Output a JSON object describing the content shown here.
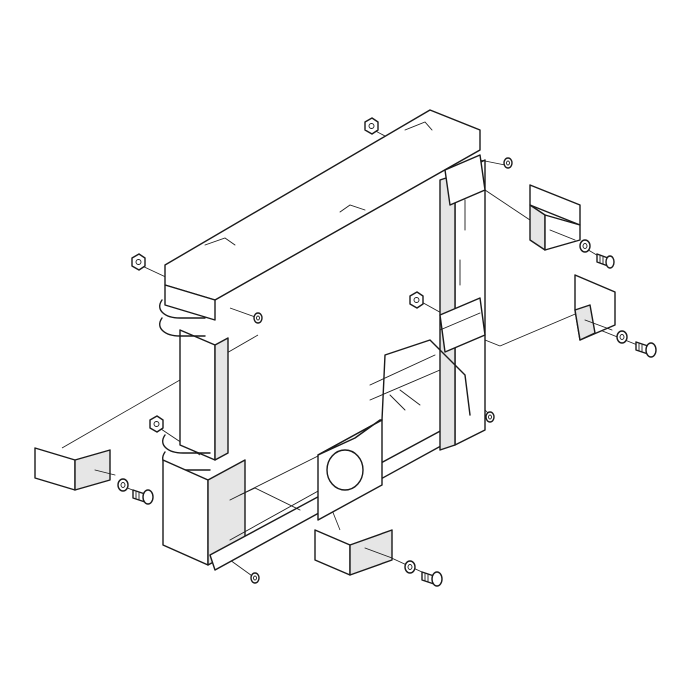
{
  "colors": {
    "ink": "#1a1a1a",
    "paper": "#ffffff",
    "shade": "#e6e6e6"
  },
  "parts": {
    "frame": "frame",
    "end_caps": [
      "end-cap",
      "end-cap",
      "end-cap",
      "end-cap"
    ],
    "screws": [
      "screw",
      "screw",
      "screw",
      "screw"
    ],
    "washers": [
      "washer",
      "washer",
      "washer",
      "washer",
      "washer",
      "washer",
      "washer",
      "washer"
    ],
    "nuts": [
      "nut",
      "nut",
      "nut",
      "nut"
    ]
  }
}
